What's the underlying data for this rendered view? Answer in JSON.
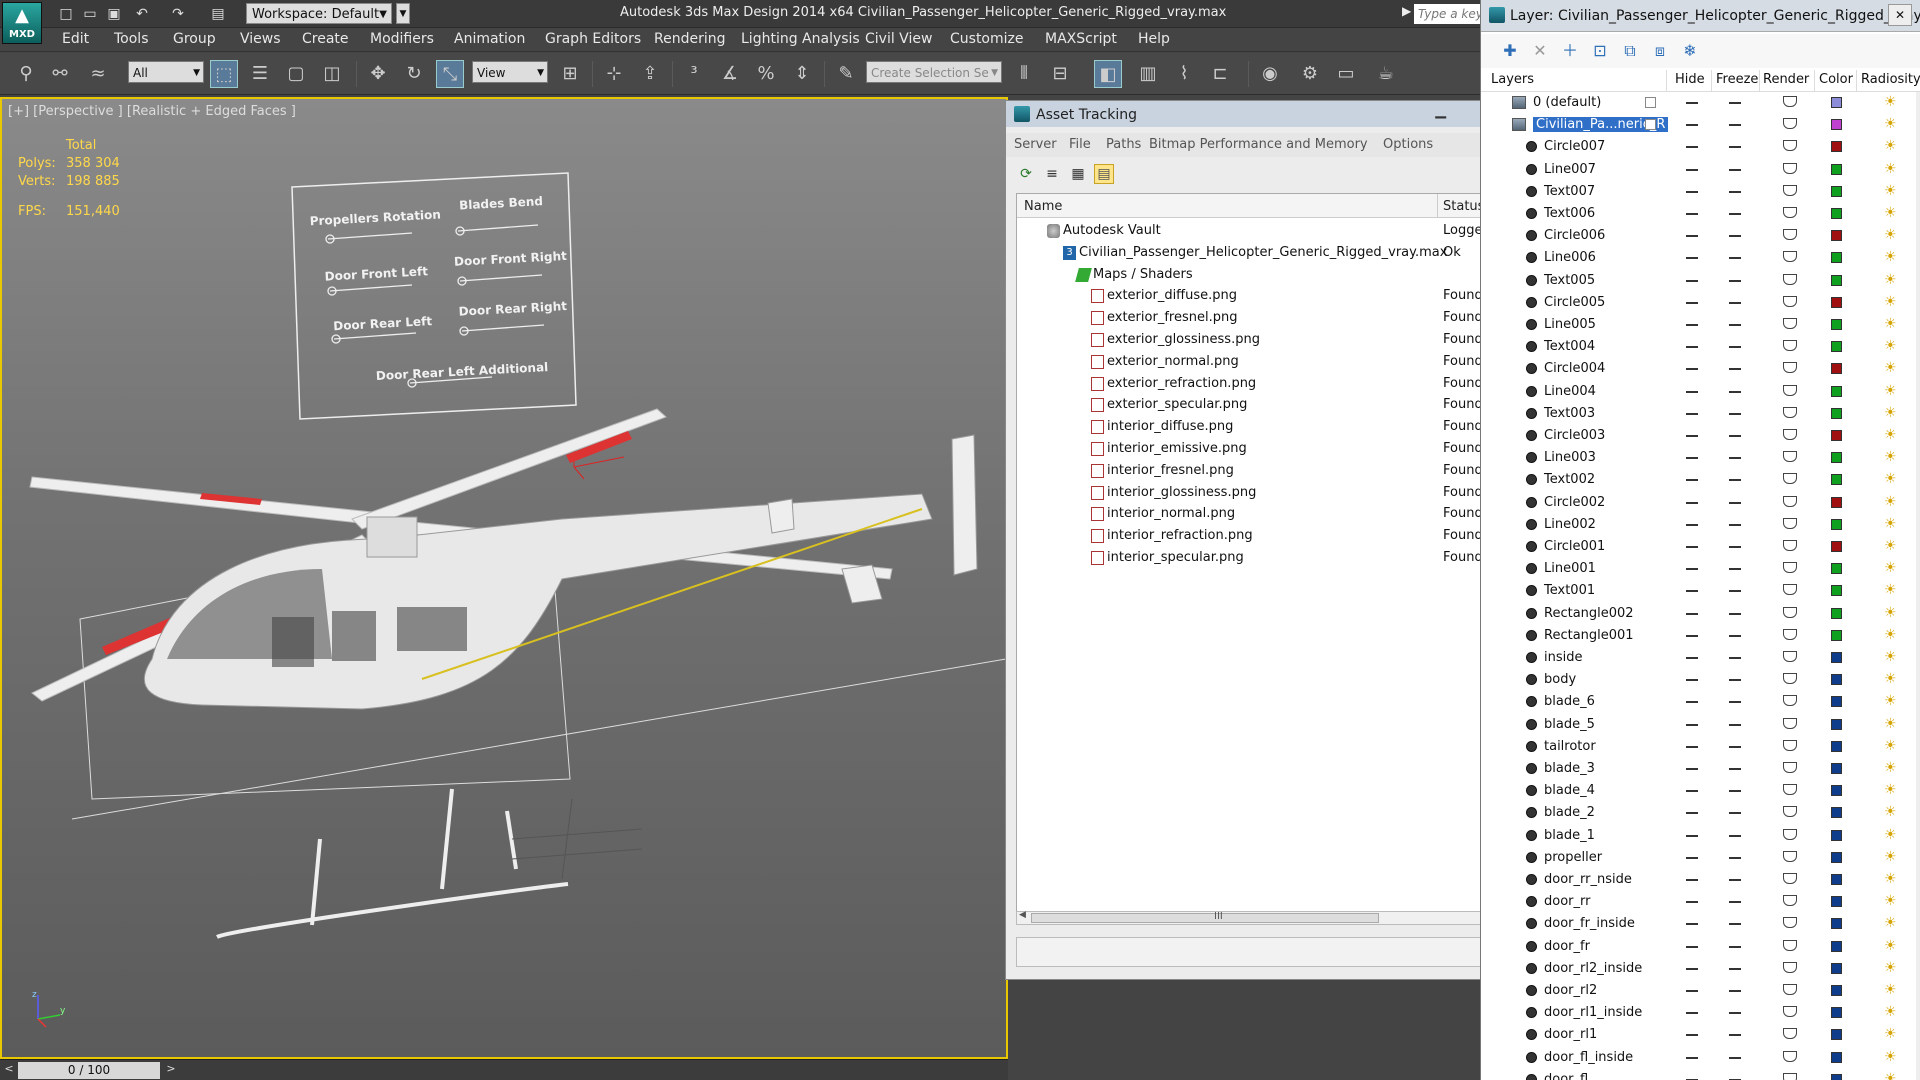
{
  "titlebar": {
    "logo_label": "MXD",
    "workspace": "Workspace: Default",
    "app_title": "Autodesk 3ds Max Design 2014 x64      Civilian_Passenger_Helicopter_Generic_Rigged_vray.max",
    "search_placeholder": "Type a keyword or phrase"
  },
  "menu": [
    "Edit",
    "Tools",
    "Group",
    "Views",
    "Create",
    "Modifiers",
    "Animation",
    "Graph Editors",
    "Rendering",
    "Lighting Analysis",
    "Civil View",
    "Customize",
    "MAXScript",
    "Help"
  ],
  "toolbar": {
    "selection_filter": "All",
    "ref_coord": "View",
    "named_selection_placeholder": "Create Selection Se"
  },
  "viewport": {
    "label": "[+] [Perspective ] [Realistic + Edged Faces ]",
    "stats_header": "Total",
    "stats": [
      {
        "label": "Polys:",
        "value": "358 304"
      },
      {
        "label": "Verts:",
        "value": "198 885"
      }
    ],
    "fps_label": "FPS:",
    "fps_value": "151,440",
    "control_panel": {
      "labels": [
        "Propellers Rotation",
        "Blades Bend",
        "Door Front Left",
        "Door Front Right",
        "Door Rear Left",
        "Door Rear Right",
        "Door Rear Left Additional"
      ]
    },
    "axis": {
      "z": "z",
      "y": "y",
      "x": "x"
    }
  },
  "timeline": {
    "left": "<",
    "value": "0 / 100",
    "right": ">"
  },
  "asset_tracking": {
    "title": "Asset Tracking",
    "menu": [
      "Server",
      "File",
      "Paths",
      "Bitmap Performance and Memory",
      "Options"
    ],
    "columns": {
      "name": "Name",
      "status": "Status"
    },
    "scroll_grip": "III",
    "rows": [
      {
        "name": "Autodesk Vault",
        "status": "Logged Out",
        "icon": "vault-icon",
        "level": 1
      },
      {
        "name": "Civilian_Passenger_Helicopter_Generic_Rigged_vray.max",
        "status": "Ok",
        "icon": "max-file-icon",
        "icon_glyph": "3",
        "level": 2
      },
      {
        "name": "Maps / Shaders",
        "status": "",
        "icon": "folder-icon",
        "level": 3
      },
      {
        "name": "exterior_diffuse.png",
        "status": "Found",
        "icon": "png-icon",
        "level": 4
      },
      {
        "name": "exterior_fresnel.png",
        "status": "Found",
        "icon": "png-icon",
        "level": 4
      },
      {
        "name": "exterior_glossiness.png",
        "status": "Found",
        "icon": "png-icon",
        "level": 4
      },
      {
        "name": "exterior_normal.png",
        "status": "Found",
        "icon": "png-icon",
        "level": 4
      },
      {
        "name": "exterior_refraction.png",
        "status": "Found",
        "icon": "png-icon",
        "level": 4
      },
      {
        "name": "exterior_specular.png",
        "status": "Found",
        "icon": "png-icon",
        "level": 4
      },
      {
        "name": "interior_diffuse.png",
        "status": "Found",
        "icon": "png-icon",
        "level": 4
      },
      {
        "name": "interior_emissive.png",
        "status": "Found",
        "icon": "png-icon",
        "level": 4
      },
      {
        "name": "interior_fresnel.png",
        "status": "Found",
        "icon": "png-icon",
        "level": 4
      },
      {
        "name": "interior_glossiness.png",
        "status": "Found",
        "icon": "png-icon",
        "level": 4
      },
      {
        "name": "interior_normal.png",
        "status": "Found",
        "icon": "png-icon",
        "level": 4
      },
      {
        "name": "interior_refraction.png",
        "status": "Found",
        "icon": "png-icon",
        "level": 4
      },
      {
        "name": "interior_specular.png",
        "status": "Found",
        "icon": "png-icon",
        "level": 4
      }
    ]
  },
  "layers": {
    "title": "Layer: Civilian_Passenger_Helicopter_Generic_Rigged_vray",
    "close_glyph": "✕",
    "columns": [
      "Layers",
      "Hide",
      "Freeze",
      "Render",
      "Color",
      "Radiosity"
    ],
    "items": [
      {
        "name": "0 (default)",
        "type": "layer",
        "color": "#8c8cd8",
        "checkbox": true
      },
      {
        "name": "Civilian_Pa...neric_R",
        "type": "layer",
        "color": "#c040d0",
        "selected": true,
        "checkbox": true
      },
      {
        "name": "Circle007",
        "type": "object",
        "color": "#a01010"
      },
      {
        "name": "Line007",
        "type": "object",
        "color": "#10a020"
      },
      {
        "name": "Text007",
        "type": "object",
        "color": "#10a020"
      },
      {
        "name": "Text006",
        "type": "object",
        "color": "#10a020"
      },
      {
        "name": "Circle006",
        "type": "object",
        "color": "#a01010"
      },
      {
        "name": "Line006",
        "type": "object",
        "color": "#10a020"
      },
      {
        "name": "Text005",
        "type": "object",
        "color": "#10a020"
      },
      {
        "name": "Circle005",
        "type": "object",
        "color": "#a01010"
      },
      {
        "name": "Line005",
        "type": "object",
        "color": "#10a020"
      },
      {
        "name": "Text004",
        "type": "object",
        "color": "#10a020"
      },
      {
        "name": "Circle004",
        "type": "object",
        "color": "#a01010"
      },
      {
        "name": "Line004",
        "type": "object",
        "color": "#10a020"
      },
      {
        "name": "Text003",
        "type": "object",
        "color": "#10a020"
      },
      {
        "name": "Circle003",
        "type": "object",
        "color": "#a01010"
      },
      {
        "name": "Line003",
        "type": "object",
        "color": "#10a020"
      },
      {
        "name": "Text002",
        "type": "object",
        "color": "#10a020"
      },
      {
        "name": "Circle002",
        "type": "object",
        "color": "#a01010"
      },
      {
        "name": "Line002",
        "type": "object",
        "color": "#10a020"
      },
      {
        "name": "Circle001",
        "type": "object",
        "color": "#a01010"
      },
      {
        "name": "Line001",
        "type": "object",
        "color": "#10a020"
      },
      {
        "name": "Text001",
        "type": "object",
        "color": "#10a020"
      },
      {
        "name": "Rectangle002",
        "type": "object",
        "color": "#10a020"
      },
      {
        "name": "Rectangle001",
        "type": "object",
        "color": "#10a020"
      },
      {
        "name": "inside",
        "type": "object",
        "color": "#103c8c"
      },
      {
        "name": "body",
        "type": "object",
        "color": "#103c8c"
      },
      {
        "name": "blade_6",
        "type": "object",
        "color": "#103c8c"
      },
      {
        "name": "blade_5",
        "type": "object",
        "color": "#103c8c"
      },
      {
        "name": "tailrotor",
        "type": "object",
        "color": "#103c8c"
      },
      {
        "name": "blade_3",
        "type": "object",
        "color": "#103c8c"
      },
      {
        "name": "blade_4",
        "type": "object",
        "color": "#103c8c"
      },
      {
        "name": "blade_2",
        "type": "object",
        "color": "#103c8c"
      },
      {
        "name": "blade_1",
        "type": "object",
        "color": "#103c8c"
      },
      {
        "name": "propeller",
        "type": "object",
        "color": "#103c8c"
      },
      {
        "name": "door_rr_nside",
        "type": "object",
        "color": "#103c8c"
      },
      {
        "name": "door_rr",
        "type": "object",
        "color": "#103c8c"
      },
      {
        "name": "door_fr_inside",
        "type": "object",
        "color": "#103c8c"
      },
      {
        "name": "door_fr",
        "type": "object",
        "color": "#103c8c"
      },
      {
        "name": "door_rl2_inside",
        "type": "object",
        "color": "#103c8c"
      },
      {
        "name": "door_rl2",
        "type": "object",
        "color": "#103c8c"
      },
      {
        "name": "door_rl1_inside",
        "type": "object",
        "color": "#103c8c"
      },
      {
        "name": "door_rl1",
        "type": "object",
        "color": "#103c8c"
      },
      {
        "name": "door_fl_inside",
        "type": "object",
        "color": "#103c8c"
      },
      {
        "name": "door_fl",
        "type": "object",
        "color": "#103c8c"
      }
    ]
  }
}
